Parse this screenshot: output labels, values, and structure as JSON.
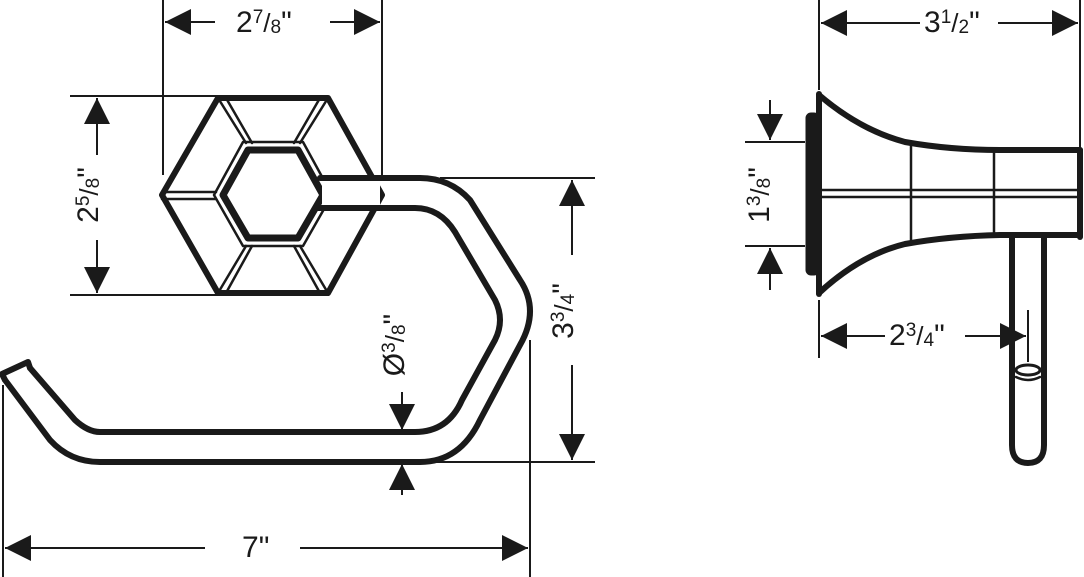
{
  "drawing": {
    "title": "Toilet paper holder dimension drawing",
    "line_color": "#1a1a1a",
    "background": "#ffffff",
    "views": [
      {
        "name": "front-view"
      },
      {
        "name": "side-view"
      }
    ]
  },
  "dimensions": {
    "rosette_width": {
      "whole": "2",
      "num": "7",
      "den": "8",
      "unit": "\"",
      "text": "2 7/8\""
    },
    "rosette_height": {
      "whole": "2",
      "num": "5",
      "den": "8",
      "unit": "\"",
      "text": "2 5/8\""
    },
    "arm_diameter": {
      "prefix": "Ø",
      "num": "3",
      "den": "8",
      "unit": "\"",
      "text": "Ø3/8\""
    },
    "overall_height": {
      "whole": "3",
      "num": "3",
      "den": "4",
      "unit": "\"",
      "text": "3 3/4\""
    },
    "overall_width": {
      "whole": "7",
      "unit": "\"",
      "text": "7\""
    },
    "projection": {
      "whole": "3",
      "num": "1",
      "den": "2",
      "unit": "\"",
      "text": "3 1/2\""
    },
    "base_height": {
      "whole": "1",
      "num": "3",
      "den": "8",
      "unit": "\"",
      "text": "1 3/8\""
    },
    "arm_offset": {
      "whole": "2",
      "num": "3",
      "den": "4",
      "unit": "\"",
      "text": "2 3/4\""
    }
  }
}
